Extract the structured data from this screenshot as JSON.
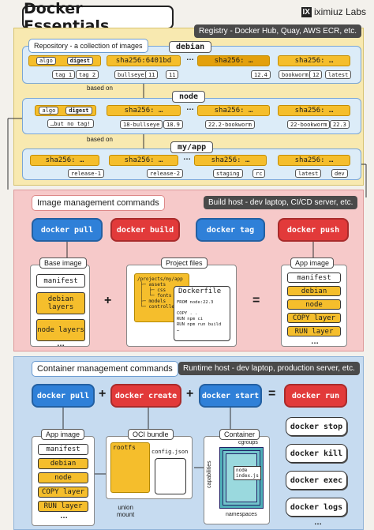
{
  "header": {
    "title": "Docker Essentials",
    "brand_logo": "IX",
    "brand_name": "iximiuz Labs"
  },
  "registry": {
    "label": "Registry - Docker Hub, Quay, AWS ECR, etc.",
    "repo_caption": "Repository - a collection of images",
    "based_on": "based on",
    "ellipsis": "…",
    "debian": {
      "name": "debian",
      "algo": "algo",
      "digest": "digest",
      "tag1": "tag 1",
      "tag2": "tag 2",
      "images": [
        "sha256:6401bd",
        "sha256: …",
        "sha256: …"
      ],
      "tags": [
        "bullseye",
        "11",
        "11",
        "12.4",
        "bookworm",
        "12",
        "latest"
      ]
    },
    "node": {
      "name": "node",
      "algo": "algo",
      "digest": "digest",
      "no_tag": "…but no tag!",
      "images": [
        "sha256: …",
        "sha256: …",
        "sha256: …"
      ],
      "tags": [
        "18-bullseye",
        "18.9",
        "22.2-bookworm",
        "22-bookworm",
        "22.3"
      ]
    },
    "myapp": {
      "name": "my/app",
      "images": [
        "sha256: …",
        "sha256: …",
        "sha256: …",
        "sha256: …"
      ],
      "tags": [
        "release-1",
        "release-2",
        "staging",
        "rc",
        "latest",
        "dev"
      ]
    }
  },
  "image_mgmt": {
    "label": "Image management commands",
    "host": "Build host - dev laptop, CI/CD server, etc.",
    "commands": [
      "docker pull",
      "docker build",
      "docker tag",
      "docker push"
    ],
    "base_image": {
      "label": "Base image",
      "items": [
        "manifest",
        "debian layers",
        "node layers"
      ],
      "more": "…"
    },
    "project_files": {
      "label": "Project files",
      "tree": "/projects/my/app\n ├─ assets\n │  ├─ css\n │  └─ fonts\n ├─ models\n └─ controllers",
      "dockerfile_title": "Dockerfile",
      "dockerfile_body": "FROM node:22.3\n\nCOPY . .\nRUN npm ci\nRUN npm run build\n…"
    },
    "app_image": {
      "label": "App image",
      "items": [
        "manifest",
        "debian",
        "node",
        "COPY layer",
        "RUN layer"
      ],
      "more": "…"
    },
    "plus": "+",
    "equals": "="
  },
  "container_mgmt": {
    "label": "Container management commands",
    "host": "Runtime host - dev laptop, production server, etc.",
    "commands": [
      "docker pull",
      "docker create",
      "docker start",
      "docker run"
    ],
    "plus": "+",
    "equals": "=",
    "app_image": {
      "label": "App image",
      "items": [
        "manifest",
        "debian",
        "node",
        "COPY layer",
        "RUN layer"
      ],
      "more": "…"
    },
    "oci_bundle": {
      "label": "OCI bundle",
      "rootfs": "rootfs",
      "config": "config.json",
      "union_mount": "union\nmount"
    },
    "container": {
      "label": "Container",
      "cgroups": "cgroups",
      "capabilities": "capabilities",
      "namespaces": "namespaces",
      "process": "node\nindex.js"
    },
    "control": [
      "docker stop",
      "docker kill",
      "docker exec",
      "docker logs"
    ],
    "more": "…"
  },
  "colors": {
    "yellow": "#f5be2c",
    "blue": "#2f80d8",
    "red": "#e23a3a"
  }
}
